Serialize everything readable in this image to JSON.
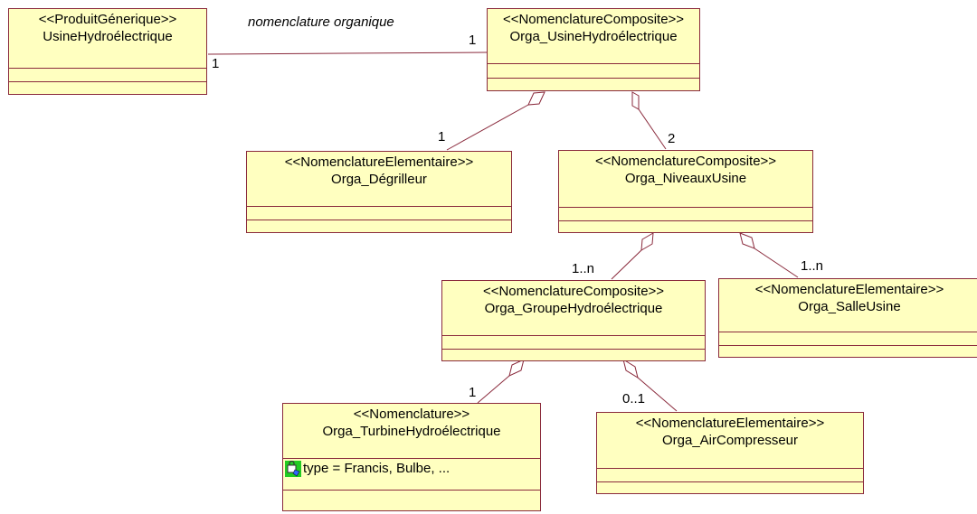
{
  "classes": {
    "produit": {
      "stereotype": "<<ProduitGénerique>>",
      "name": "UsineHydroélectrique"
    },
    "usine": {
      "stereotype": "<<NomenclatureComposite>>",
      "name": "Orga_UsineHydroélectrique"
    },
    "degrilleur": {
      "stereotype": "<<NomenclatureElementaire>>",
      "name": "Orga_Dégrilleur"
    },
    "niveaux": {
      "stereotype": "<<NomenclatureComposite>>",
      "name": "Orga_NiveauxUsine"
    },
    "groupe": {
      "stereotype": "<<NomenclatureComposite>>",
      "name": "Orga_GroupeHydroélectrique"
    },
    "salle": {
      "stereotype": "<<NomenclatureElementaire>>",
      "name": "Orga_SalleUsine"
    },
    "turbine": {
      "stereotype": "<<Nomenclature>>",
      "name": "Orga_TurbineHydroélectrique",
      "attribute": "type = Francis, Bulbe, ..."
    },
    "air": {
      "stereotype": "<<NomenclatureElementaire>>",
      "name": "Orga_AirCompresseur"
    }
  },
  "association": {
    "label": "nomenclature organique"
  },
  "multiplicities": {
    "produit_end": "1",
    "usine_end": "1",
    "degrilleur_end": "1",
    "niveaux_end": "2",
    "groupe_end": "1..n",
    "salle_end": "1..n",
    "turbine_end": "1",
    "air_end": "0..1"
  },
  "colors": {
    "class_fill": "#ffffc0",
    "class_border": "#8a2a3c",
    "line": "#8a2a3c"
  },
  "icons": {
    "attribute_icon": "attribute-key-icon"
  }
}
